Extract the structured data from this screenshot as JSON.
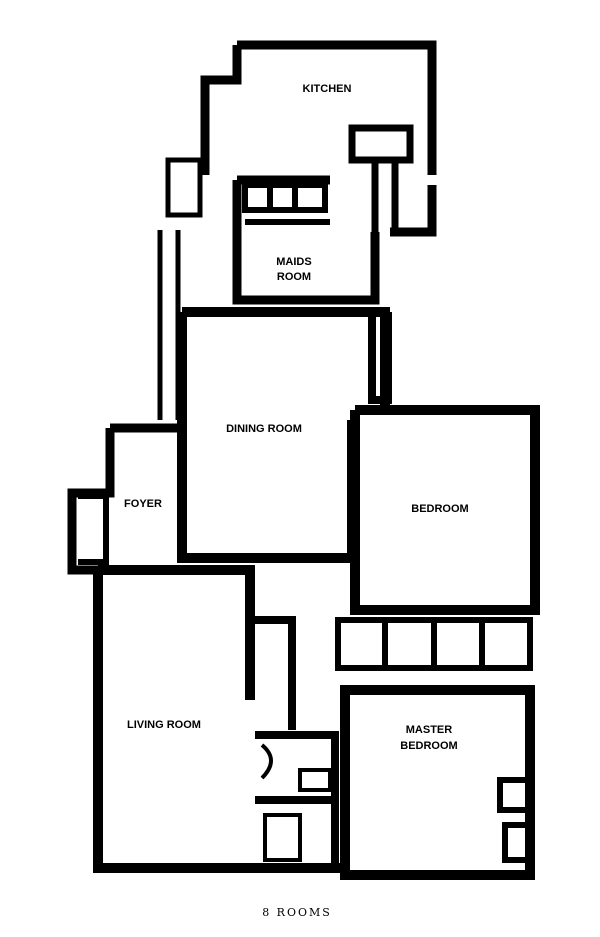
{
  "rooms": {
    "kitchen": "KITCHEN",
    "maids_room_line1": "MAIDS",
    "maids_room_line2": "ROOM",
    "dining_room": "DINING ROOM",
    "foyer": "FOYER",
    "bedroom": "BEDROOM",
    "living_room": "LIVING ROOM",
    "master_bedroom_line1": "MASTER",
    "master_bedroom_line2": "BEDROOM"
  },
  "caption": "8 ROOMS",
  "colors": {
    "wall": "#000000",
    "background": "#ffffff"
  }
}
